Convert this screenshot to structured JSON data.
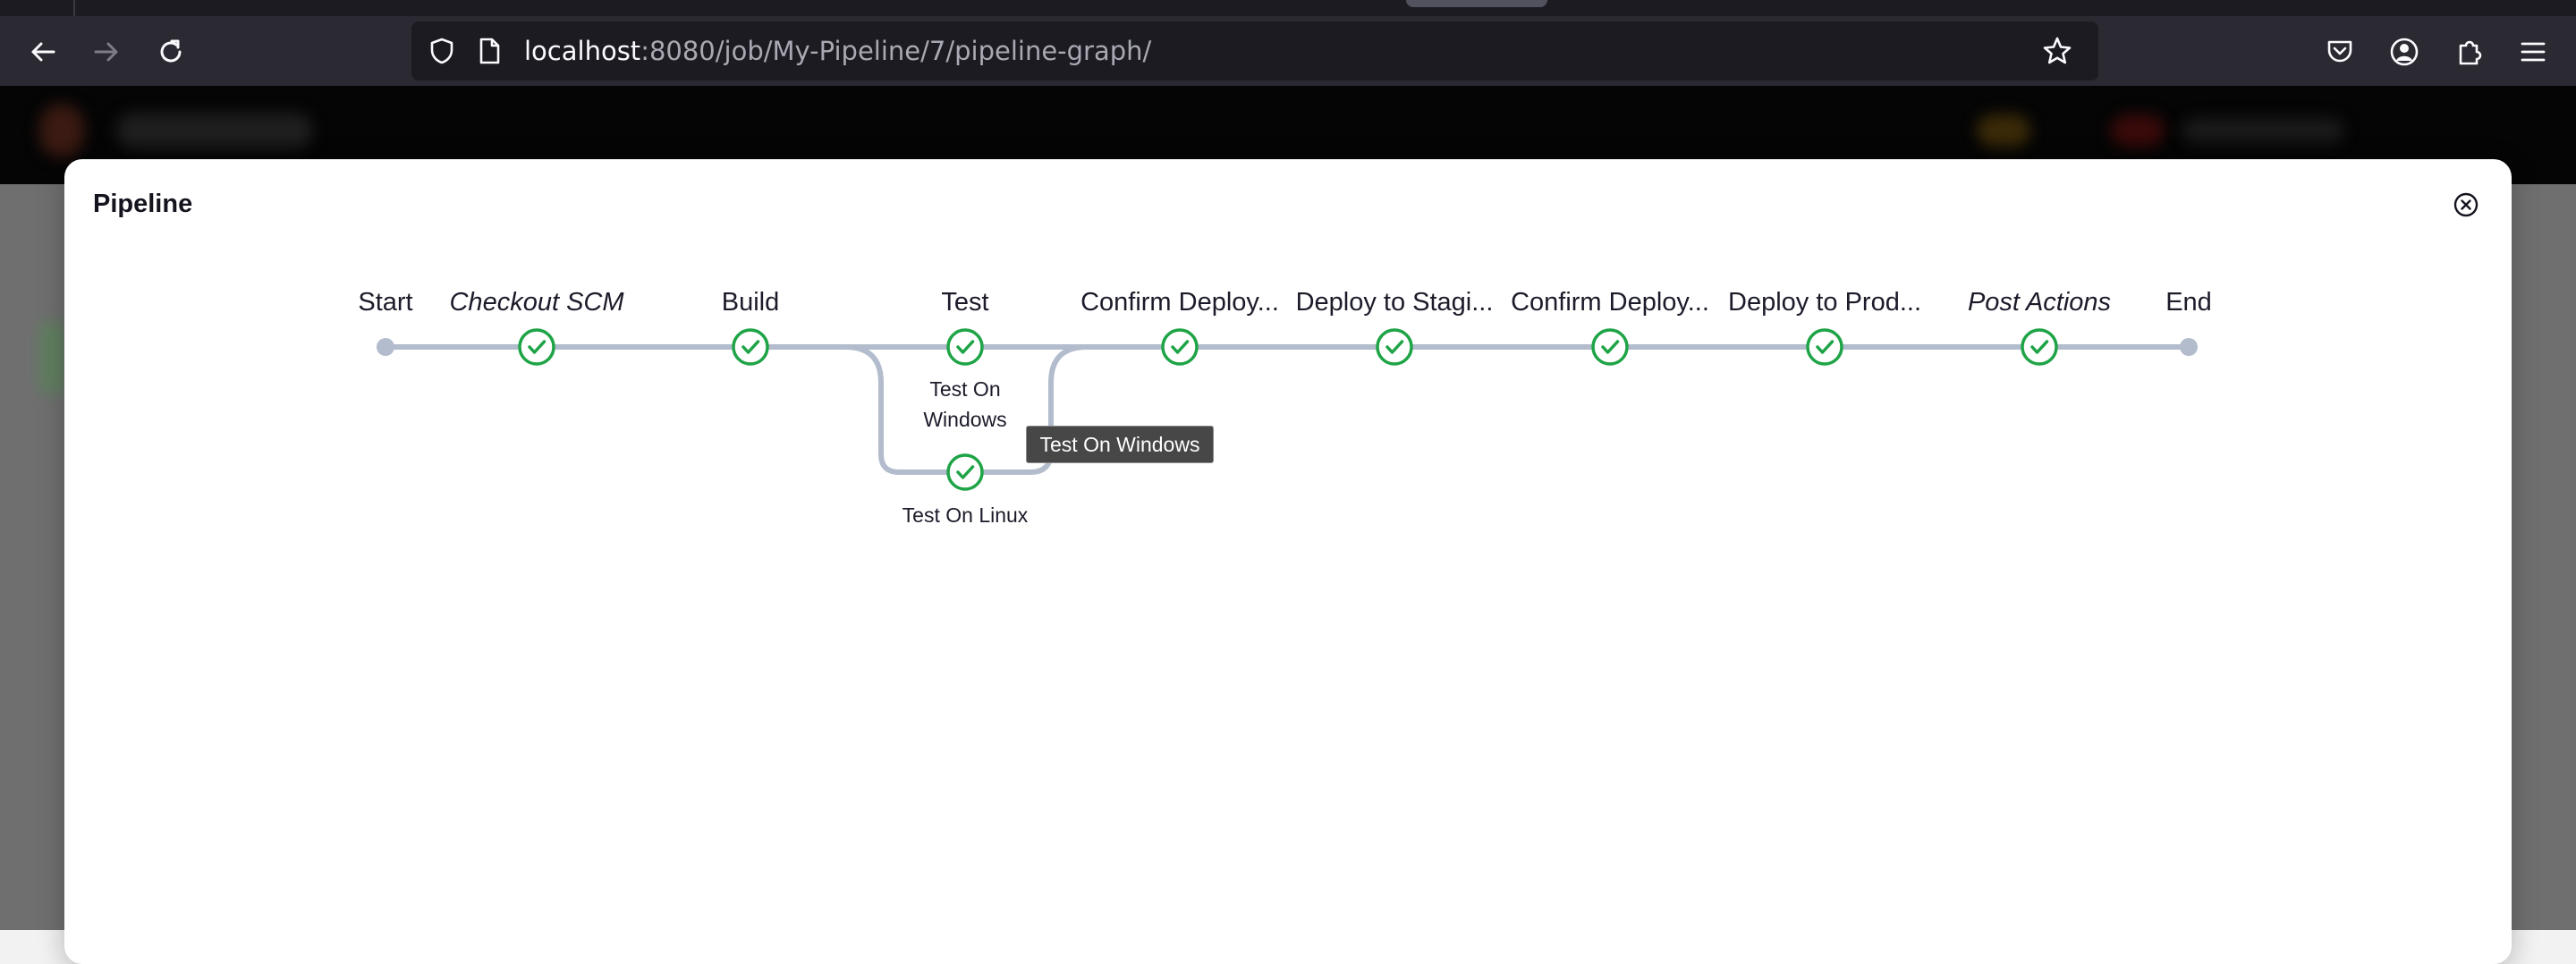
{
  "browser": {
    "url_host": "localhost",
    "url_rest": ":8080/job/My-Pipeline/7/pipeline-graph/"
  },
  "modal": {
    "title": "Pipeline"
  },
  "pipeline": {
    "stages": [
      {
        "label": "Start",
        "italic": false
      },
      {
        "label": "Checkout SCM",
        "italic": true
      },
      {
        "label": "Build",
        "italic": false
      },
      {
        "label": "Test",
        "italic": false
      },
      {
        "label": "Confirm Deploy...",
        "italic": false
      },
      {
        "label": "Deploy to Stagi...",
        "italic": false
      },
      {
        "label": "Confirm Deploy...",
        "italic": false
      },
      {
        "label": "Deploy to Prod...",
        "italic": false
      },
      {
        "label": "Post Actions",
        "italic": true
      },
      {
        "label": "End",
        "italic": false
      }
    ],
    "parallel": {
      "windows_label": "Test On Windows",
      "linux_label": "Test On Linux"
    },
    "tooltip": "Test On Windows",
    "success_color": "#1ea446",
    "track_color": "#b2bccc"
  },
  "icons": [
    "back-arrow-icon",
    "forward-arrow-icon",
    "reload-icon",
    "shield-icon",
    "page-icon",
    "star-icon",
    "pocket-icon",
    "account-icon",
    "extensions-icon",
    "menu-icon",
    "close-circle-icon",
    "success-check-icon"
  ]
}
